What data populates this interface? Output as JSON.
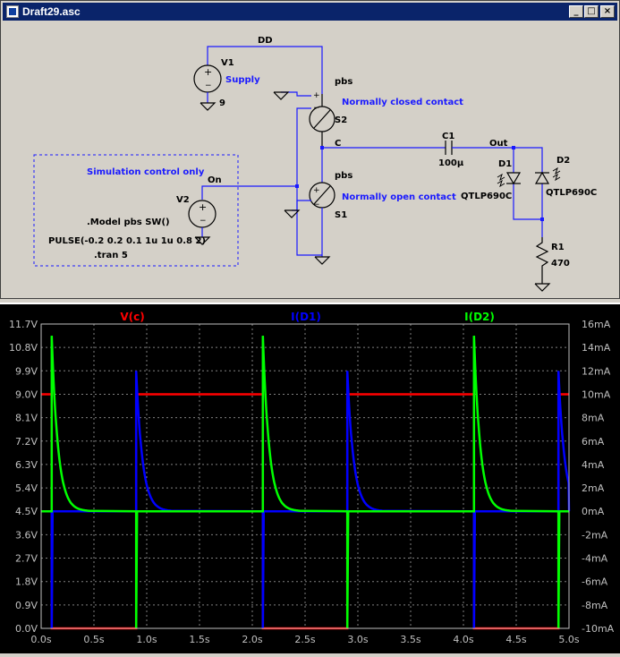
{
  "window": {
    "title": "Draft29.asc",
    "buttons": [
      "_",
      "□",
      "×"
    ]
  },
  "schematic": {
    "nets": {
      "dd": "DD",
      "c": "C",
      "out": "Out",
      "on": "On"
    },
    "v1": {
      "ref": "V1",
      "label": "Supply",
      "value": "9"
    },
    "v2": {
      "ref": "V2"
    },
    "s1": {
      "ref": "S1",
      "model": "pbs",
      "desc": "Normally open contact"
    },
    "s2": {
      "ref": "S2",
      "model": "pbs",
      "desc": "Normally closed contact"
    },
    "c1": {
      "ref": "C1",
      "value": "100µ"
    },
    "d1": {
      "ref": "D1",
      "model": "QTLP690C"
    },
    "d2": {
      "ref": "D2",
      "model": "QTLP690C"
    },
    "r1": {
      "ref": "R1",
      "value": "470"
    },
    "sim_box": {
      "title": "Simulation control only",
      "model_line": ".Model pbs SW()",
      "pulse_line": "PULSE(-0.2 0.2 0.1 1u 1u 0.8 2)",
      "tran_line": ".tran 5"
    }
  },
  "plot": {
    "traces": [
      {
        "name": "V(c)",
        "color": "#ff0000"
      },
      {
        "name": "I(D1)",
        "color": "#0000ff"
      },
      {
        "name": "I(D2)",
        "color": "#00ff00"
      }
    ],
    "left_ticks": [
      "11.7V",
      "10.8V",
      "9.9V",
      "9.0V",
      "8.1V",
      "7.2V",
      "6.3V",
      "5.4V",
      "4.5V",
      "3.6V",
      "2.7V",
      "1.8V",
      "0.9V",
      "0.0V"
    ],
    "right_ticks": [
      "16mA",
      "14mA",
      "12mA",
      "10mA",
      "8mA",
      "6mA",
      "4mA",
      "2mA",
      "0mA",
      "-2mA",
      "-4mA",
      "-6mA",
      "-8mA",
      "-10mA"
    ],
    "x_ticks": [
      "0.0s",
      "0.5s",
      "1.0s",
      "1.5s",
      "2.0s",
      "2.5s",
      "3.0s",
      "3.5s",
      "4.0s",
      "4.5s",
      "5.0s"
    ]
  },
  "chart_data": {
    "type": "line",
    "x_unit": "s",
    "xlim": [
      0,
      5
    ],
    "ylim_left": [
      0,
      11.7
    ],
    "ylim_right": [
      -10,
      16
    ],
    "grid": true,
    "series": [
      {
        "name": "V(c)",
        "axis": "left",
        "color": "#ff0000",
        "x": [
          0,
          0.1,
          0.1,
          0.9,
          0.9,
          2.1,
          2.1,
          2.9,
          2.9,
          4.1,
          4.1,
          4.9,
          4.9,
          5.0
        ],
        "y": [
          9.0,
          9.0,
          0,
          0,
          9.0,
          9.0,
          0,
          0,
          9.0,
          9.0,
          0,
          0,
          9.0,
          9.0
        ]
      },
      {
        "name": "I(D1)",
        "axis": "right",
        "color": "#0000ff",
        "pulses": [
          0.9,
          2.9,
          4.9
        ],
        "drops": [
          0.1,
          2.1,
          4.1
        ],
        "peak": 12,
        "drop_min": -10,
        "tau": 0.06
      },
      {
        "name": "I(D2)",
        "axis": "right",
        "color": "#00ff00",
        "pulses": [
          0.1,
          2.1,
          4.1
        ],
        "drops": [
          0.9,
          2.9,
          4.9
        ],
        "peak": 15,
        "drop_min": -10,
        "tau": 0.06
      }
    ]
  }
}
